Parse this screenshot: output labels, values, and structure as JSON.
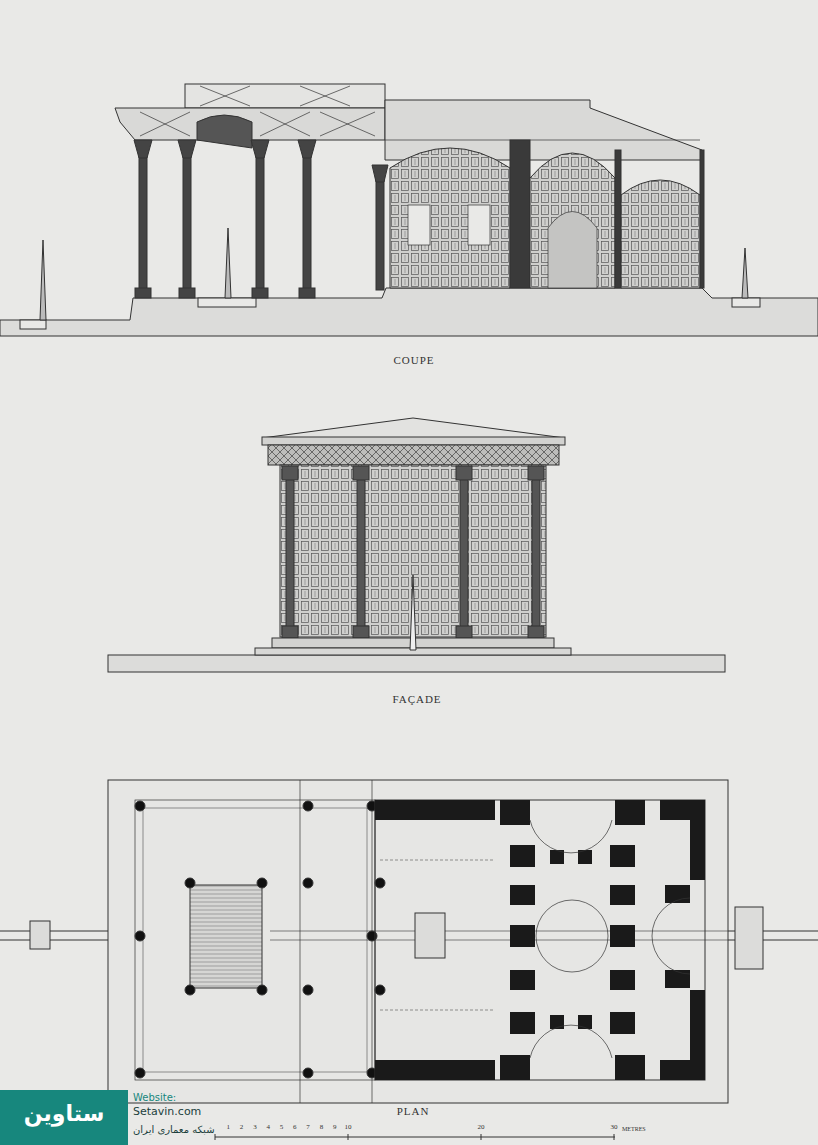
{
  "diagram": {
    "labels": [
      "COUPE",
      "FAÇADE",
      "PLAN",
      "1",
      "2",
      "3",
      "4",
      "5",
      "6",
      "7",
      "8",
      "9",
      "10",
      "20",
      "30",
      "METRES",
      "ستاوین",
      "Website:",
      "Setavin.com",
      "شبکه معماری ایران"
    ]
  }
}
